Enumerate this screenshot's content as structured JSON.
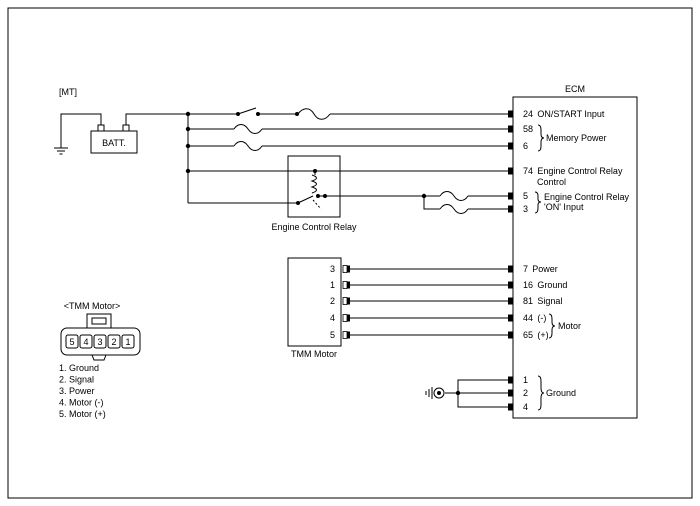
{
  "variant_label": "[MT]",
  "battery_label": "BATT.",
  "ecm": {
    "title": "ECM",
    "pins": [
      {
        "num": "24",
        "label": "ON/START Input"
      },
      {
        "num": "58",
        "label": ""
      },
      {
        "num": "6",
        "label": ""
      },
      {
        "num": "74",
        "label": "Engine Control Relay"
      },
      {
        "num": "5",
        "label": ""
      },
      {
        "num": "3",
        "label": ""
      },
      {
        "num": "7",
        "label": "Power"
      },
      {
        "num": "16",
        "label": "Ground"
      },
      {
        "num": "81",
        "label": "Signal"
      },
      {
        "num": "44",
        "label": "(-)"
      },
      {
        "num": "65",
        "label": "(+)"
      },
      {
        "num": "1",
        "label": ""
      },
      {
        "num": "2",
        "label": ""
      },
      {
        "num": "4",
        "label": ""
      }
    ],
    "group_labels": {
      "memory_power": "Memory Power",
      "relay_control_cont": "Control",
      "relay_on_input_1": "Engine Control Relay",
      "relay_on_input_2": "'ON' Input",
      "motor": "Motor",
      "ground": "Ground"
    }
  },
  "engine_control_relay_label": "Engine Control Relay",
  "tmm_motor": {
    "label": "TMM Motor",
    "pins": [
      "3",
      "1",
      "2",
      "4",
      "5"
    ]
  },
  "connector": {
    "title": "<TMM Motor>",
    "pins": [
      "5",
      "4",
      "3",
      "2",
      "1"
    ],
    "legend": [
      "1. Ground",
      "2. Signal",
      "3. Power",
      "4. Motor (-)",
      "5. Motor (+)"
    ]
  }
}
